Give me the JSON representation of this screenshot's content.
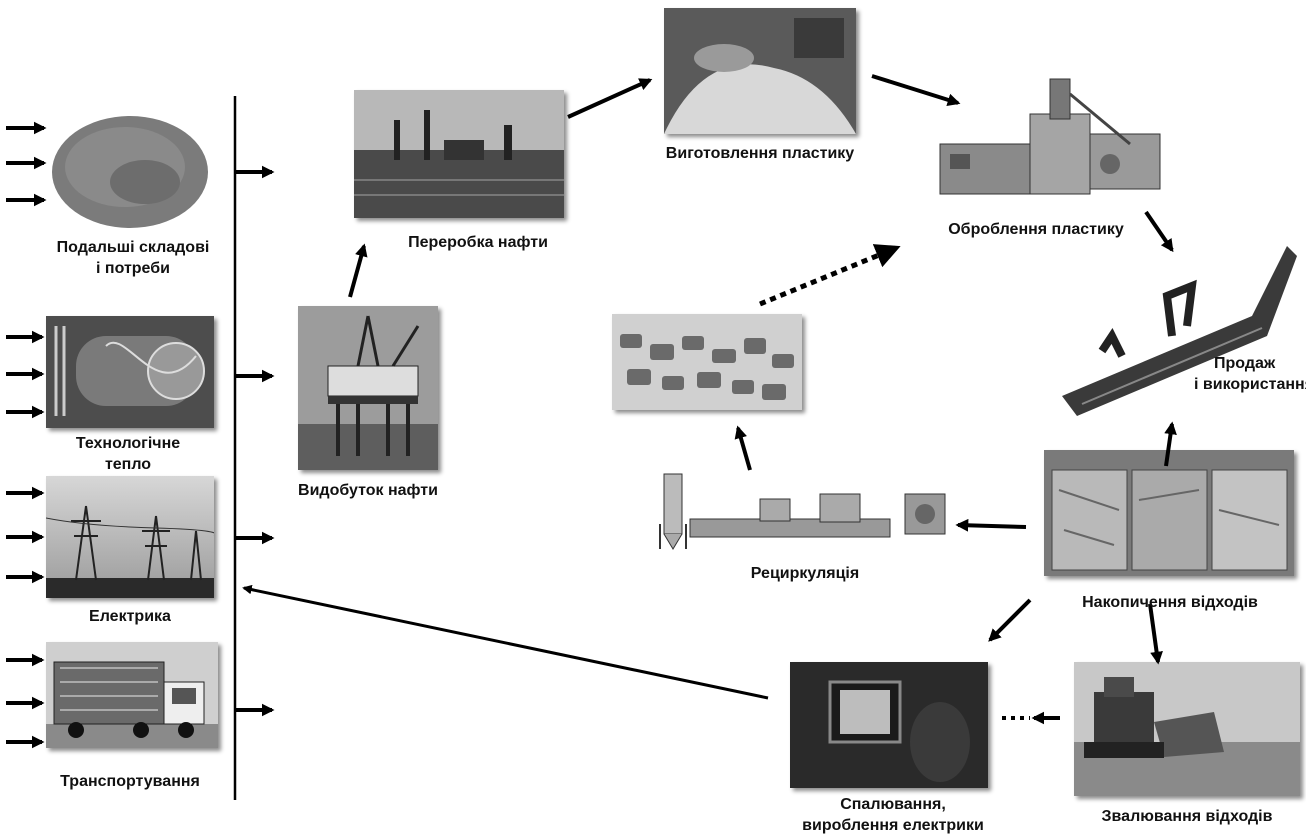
{
  "labels": {
    "components_line1": "Подальші складові",
    "components_line2": "і потреби",
    "heat_line1": "Технологічне",
    "heat_line2": "тепло",
    "electricity": "Електрика",
    "transport": "Транспортування",
    "oil_processing": "Переробка нафти",
    "oil_extraction": "Видобуток нафти",
    "plastic_production": "Виготовлення пластику",
    "plastic_processing": "Оброблення пластику",
    "sale_line1": "Продаж",
    "sale_line2": "і використання",
    "recycling": "Рециркуляція",
    "waste_accumulation": "Накопичення відходів",
    "incineration_line1": "Спалювання,",
    "incineration_line2": "вироблення електрики",
    "landfill": "Звалювання відходів"
  },
  "icons": [
    "arrow-icon",
    "dotted-arrow-icon"
  ]
}
